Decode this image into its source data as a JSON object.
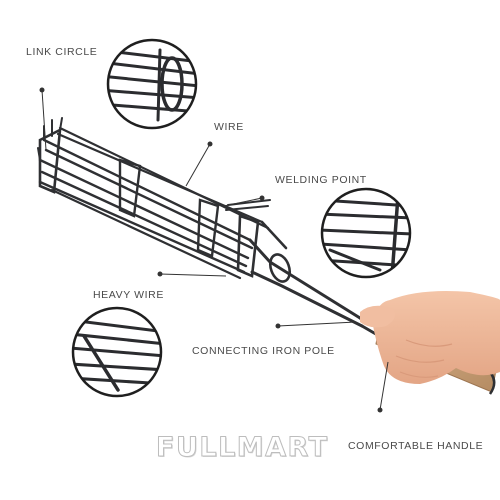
{
  "callouts": {
    "link_circle": "LINK CIRCLE",
    "wire": "WIRE",
    "welding_point": "WELDING POINT",
    "heavy_wire": "HEAVY WIRE",
    "connecting_iron_pole": "CONNECTING IRON POLE",
    "comfortable_handle": "COMFORTABLE HANDLE"
  },
  "brand": {
    "watermark": "FULLMART"
  },
  "colors": {
    "metal": "#2f3033",
    "metal_highlight": "#6a6d72",
    "wood": "#c9a27a",
    "skin": "#f0b99a",
    "label_text": "#4a4a4a",
    "pointer": "#333333"
  }
}
